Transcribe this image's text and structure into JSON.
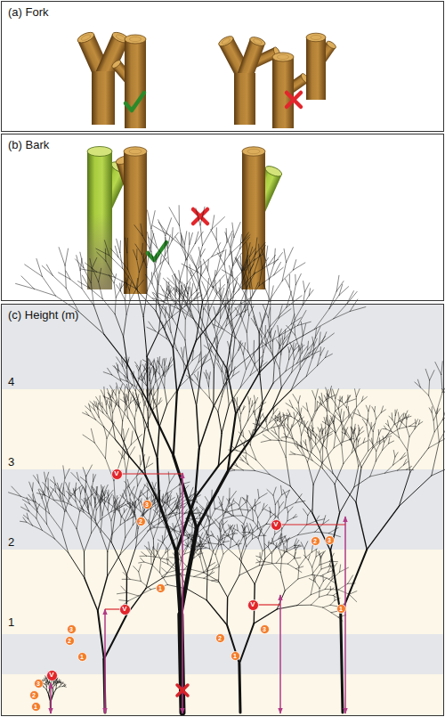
{
  "diagram": {
    "nodes": [
      {
        "text": [
          "(a) Fork"
        ]
      },
      {
        "text": [
          "(b) Bark"
        ]
      },
      {
        "text": [
          "(c) Height (m)"
        ]
      },
      {
        "text": [
          "1"
        ],
        "in": 2
      },
      {
        "text": [
          "2"
        ],
        "in": 2
      },
      {
        "text": [
          "3"
        ],
        "in": 2
      },
      {
        "text": [
          "V"
        ],
        "in": 2
      },
      {
        "text": [
          "1"
        ],
        "in": 2
      },
      {
        "text": [
          "2"
        ],
        "in": 2
      },
      {
        "text": [
          "3"
        ],
        "in": 2
      },
      {
        "text": [
          "V"
        ],
        "in": 2
      },
      {
        "text": [
          "1"
        ],
        "in": 2
      },
      {
        "text": [
          "2"
        ],
        "in": 2
      },
      {
        "text": [
          "3"
        ],
        "in": 2
      },
      {
        "text": [
          "V"
        ],
        "in": 2
      },
      {
        "text": [
          "1"
        ],
        "in": 2
      },
      {
        "text": [
          "2"
        ],
        "in": 2
      },
      {
        "text": [
          "3"
        ],
        "in": 2
      },
      {
        "text": [
          "V"
        ],
        "in": 2
      },
      {
        "text": [
          "1"
        ],
        "in": 2
      },
      {
        "text": [
          "2"
        ],
        "in": 2
      },
      {
        "text": [
          "3"
        ],
        "in": 2
      },
      {
        "text": [
          "V"
        ],
        "in": 2
      }
    ],
    "labels": [
      "4",
      "3",
      "2",
      "1"
    ]
  }
}
